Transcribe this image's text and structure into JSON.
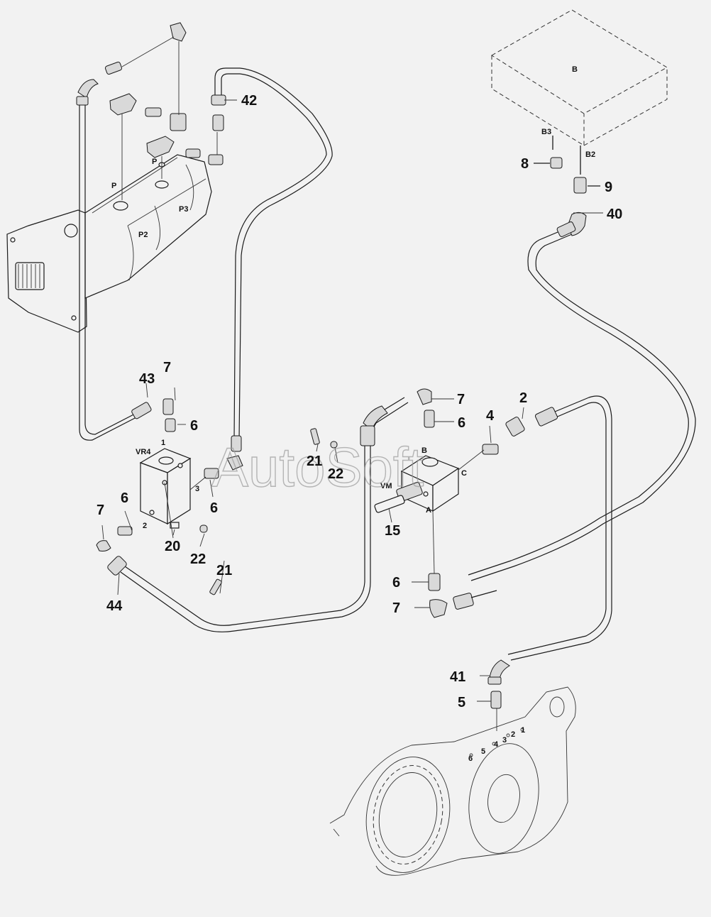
{
  "watermark": "AutoSoft",
  "callouts": {
    "c42": "42",
    "c8": "8",
    "c9": "9",
    "c40": "40",
    "c43": "43",
    "c7a": "7",
    "c6a": "6",
    "c7b": "7",
    "c6b": "6",
    "c4": "4",
    "c2": "2",
    "c21a": "21",
    "c22a": "22",
    "c6c": "6",
    "c6d": "6",
    "c7c": "7",
    "c20": "20",
    "c22b": "22",
    "c21b": "21",
    "c44": "44",
    "c15": "15",
    "c6e": "6",
    "c7d": "7",
    "c41": "41",
    "c5": "5"
  },
  "labels": {
    "box_b": "B",
    "b3": "B3",
    "b2": "B2",
    "p_top": "P",
    "p_mid": "P",
    "p3": "P3",
    "p2": "P2",
    "vr4": "VR4",
    "port1": "1",
    "port2": "2",
    "port3": "3",
    "vm": "VM",
    "portA": "A",
    "portB": "B",
    "portC": "C",
    "h1": "1",
    "h2": "2",
    "h3": "3",
    "h4": "4",
    "h5": "5",
    "h6": "6"
  }
}
